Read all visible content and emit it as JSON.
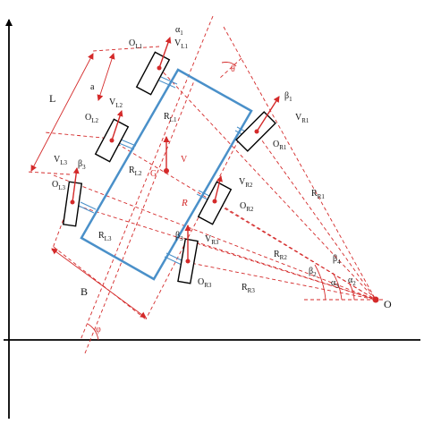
{
  "colors": {
    "axis": "#000000",
    "body": "#4a90c9",
    "red": "#d42a2a",
    "wheel": "#000000",
    "wheel_fill": "#ffffff"
  },
  "labels": {
    "OL1": "O",
    "OL1_sub": "L1",
    "VL1": "V",
    "VL1_sub": "L1",
    "alpha1": "α",
    "alpha1_sub": "1",
    "theta": "θ",
    "a": "a",
    "L": "L",
    "OL2": "O",
    "OL2_sub": "L2",
    "VL2": "V",
    "VL2_sub": "L2",
    "RL1": "R",
    "RL1_sub": "L1",
    "beta1": "β",
    "beta1_sub": "1",
    "VR1": "V",
    "VR1_sub": "R1",
    "OR1": "O",
    "OR1_sub": "R1",
    "VL3": "V",
    "VL3_sub": "L3",
    "beta3_left": "β",
    "beta3_left_sub": "3",
    "RL2": "R",
    "RL2_sub": "L2",
    "V": "V",
    "G": "G",
    "OL3": "O",
    "OL3_sub": "L3",
    "VR2": "V",
    "VR2_sub": "R2",
    "RR1": "R",
    "RR1_sub": "R1",
    "R": "R",
    "OR2": "O",
    "OR2_sub": "R2",
    "RL3": "R",
    "RL3_sub": "L3",
    "VR3": "V",
    "VR3_sub": "R3",
    "beta3": "β",
    "beta3_sub": "3",
    "RR2": "R",
    "RR2_sub": "R2",
    "beta4": "β",
    "beta4_sub": "4",
    "beta2": "β",
    "beta2_sub": "2",
    "alpha2": "α",
    "alpha2_sub": "2",
    "alpha3": "α",
    "alpha3_sub": "3",
    "OR3": "O",
    "OR3_sub": "R3",
    "RR3": "R",
    "RR3_sub": "R3",
    "O": "O",
    "B": "B",
    "phi": "φ"
  }
}
